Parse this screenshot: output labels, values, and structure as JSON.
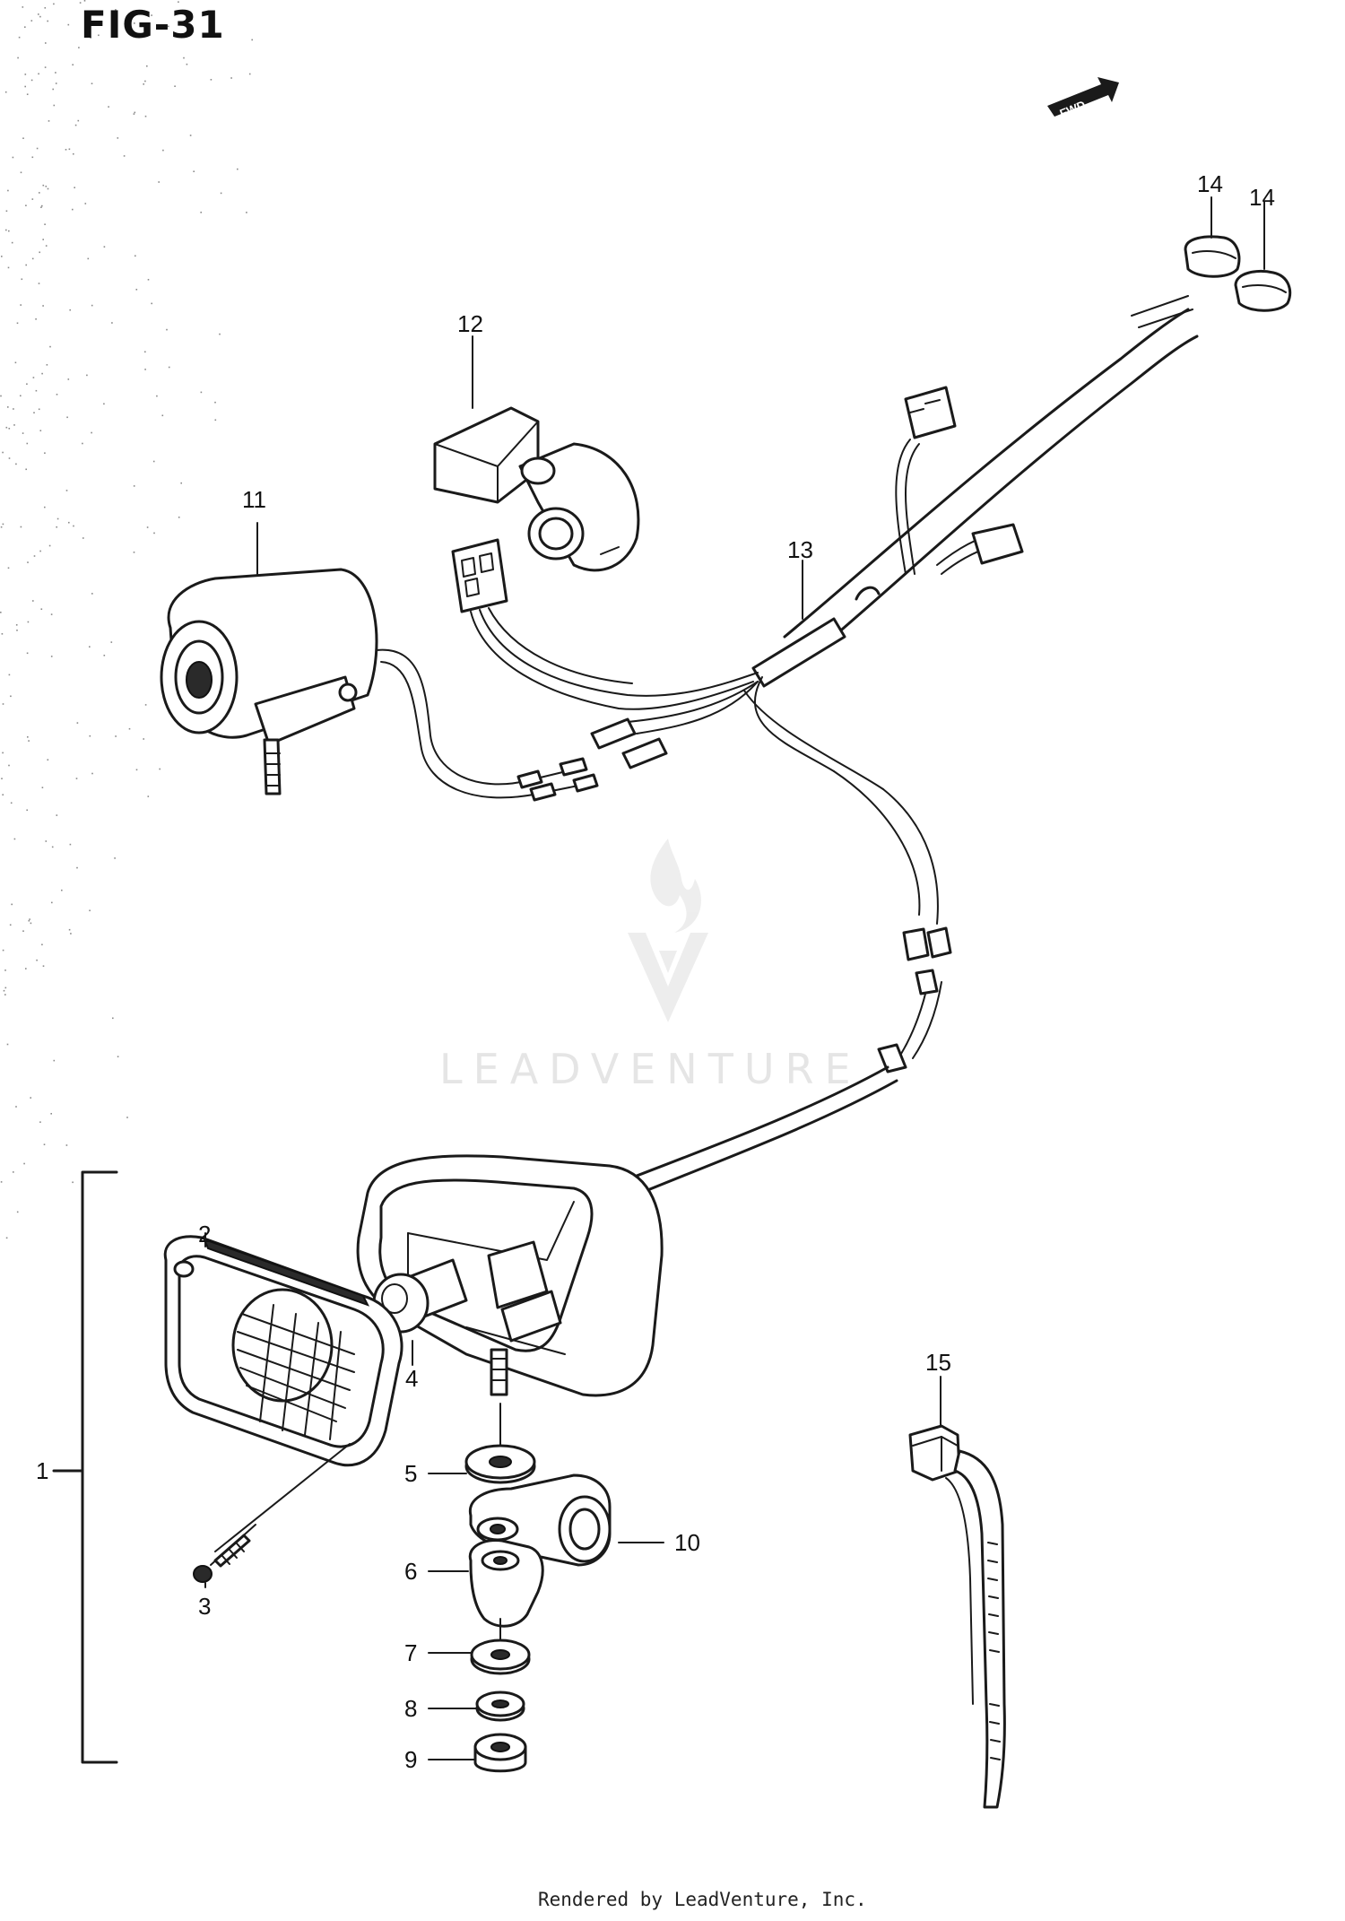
{
  "figure": {
    "title": "FIG-31"
  },
  "direction": {
    "label": "FWD"
  },
  "callouts": [
    {
      "id": "1",
      "label": "1"
    },
    {
      "id": "2",
      "label": "2"
    },
    {
      "id": "3",
      "label": "3"
    },
    {
      "id": "4",
      "label": "4"
    },
    {
      "id": "5",
      "label": "5"
    },
    {
      "id": "6",
      "label": "6"
    },
    {
      "id": "7",
      "label": "7"
    },
    {
      "id": "8",
      "label": "8"
    },
    {
      "id": "9",
      "label": "9"
    },
    {
      "id": "10",
      "label": "10"
    },
    {
      "id": "11",
      "label": "11"
    },
    {
      "id": "12",
      "label": "12"
    },
    {
      "id": "13",
      "label": "13"
    },
    {
      "id": "14a",
      "label": "14"
    },
    {
      "id": "14b",
      "label": "14"
    },
    {
      "id": "15",
      "label": "15"
    }
  ],
  "watermark": {
    "text": "LEADVENTURE"
  },
  "footer": {
    "text": "Rendered by LeadVenture, Inc."
  }
}
